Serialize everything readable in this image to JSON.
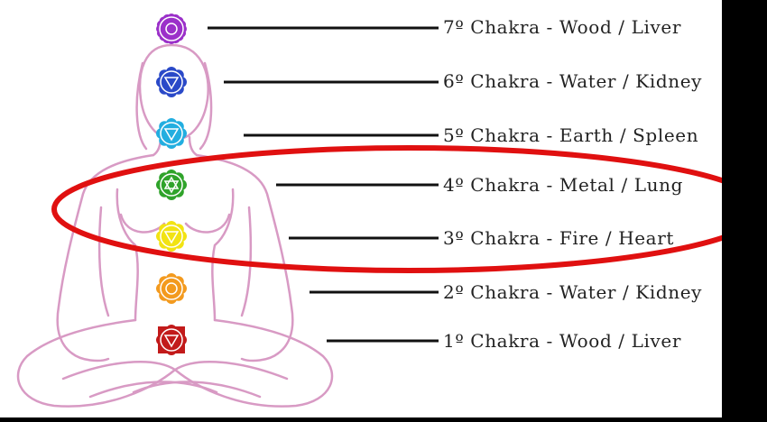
{
  "chakras": [
    {
      "label": "7º Chakra - Wood / Liver",
      "color": "#9b30c9",
      "icon": "crown-chakra-icon"
    },
    {
      "label": "6º Chakra - Water / Kidney",
      "color": "#2a49c8",
      "icon": "third-eye-chakra-icon"
    },
    {
      "label": "5º Chakra - Earth / Spleen",
      "color": "#22aee0",
      "icon": "throat-chakra-icon"
    },
    {
      "label": "4º Chakra - Metal / Lung",
      "color": "#2fa32a",
      "icon": "heart-chakra-icon"
    },
    {
      "label": "3º Chakra - Fire / Heart",
      "color": "#f2e313",
      "icon": "solar-plexus-chakra-icon"
    },
    {
      "label": "2º Chakra - Water / Kidney",
      "color": "#f39a1e",
      "icon": "sacral-chakra-icon"
    },
    {
      "label": "1º Chakra - Wood / Liver",
      "color": "#c21a1a",
      "icon": "root-chakra-icon"
    }
  ],
  "colors": {
    "background": "#ffffff",
    "border": "#000000",
    "body_outline": "#d89ac4",
    "connector_line": "#111111",
    "highlight_ellipse": "#e01010"
  }
}
